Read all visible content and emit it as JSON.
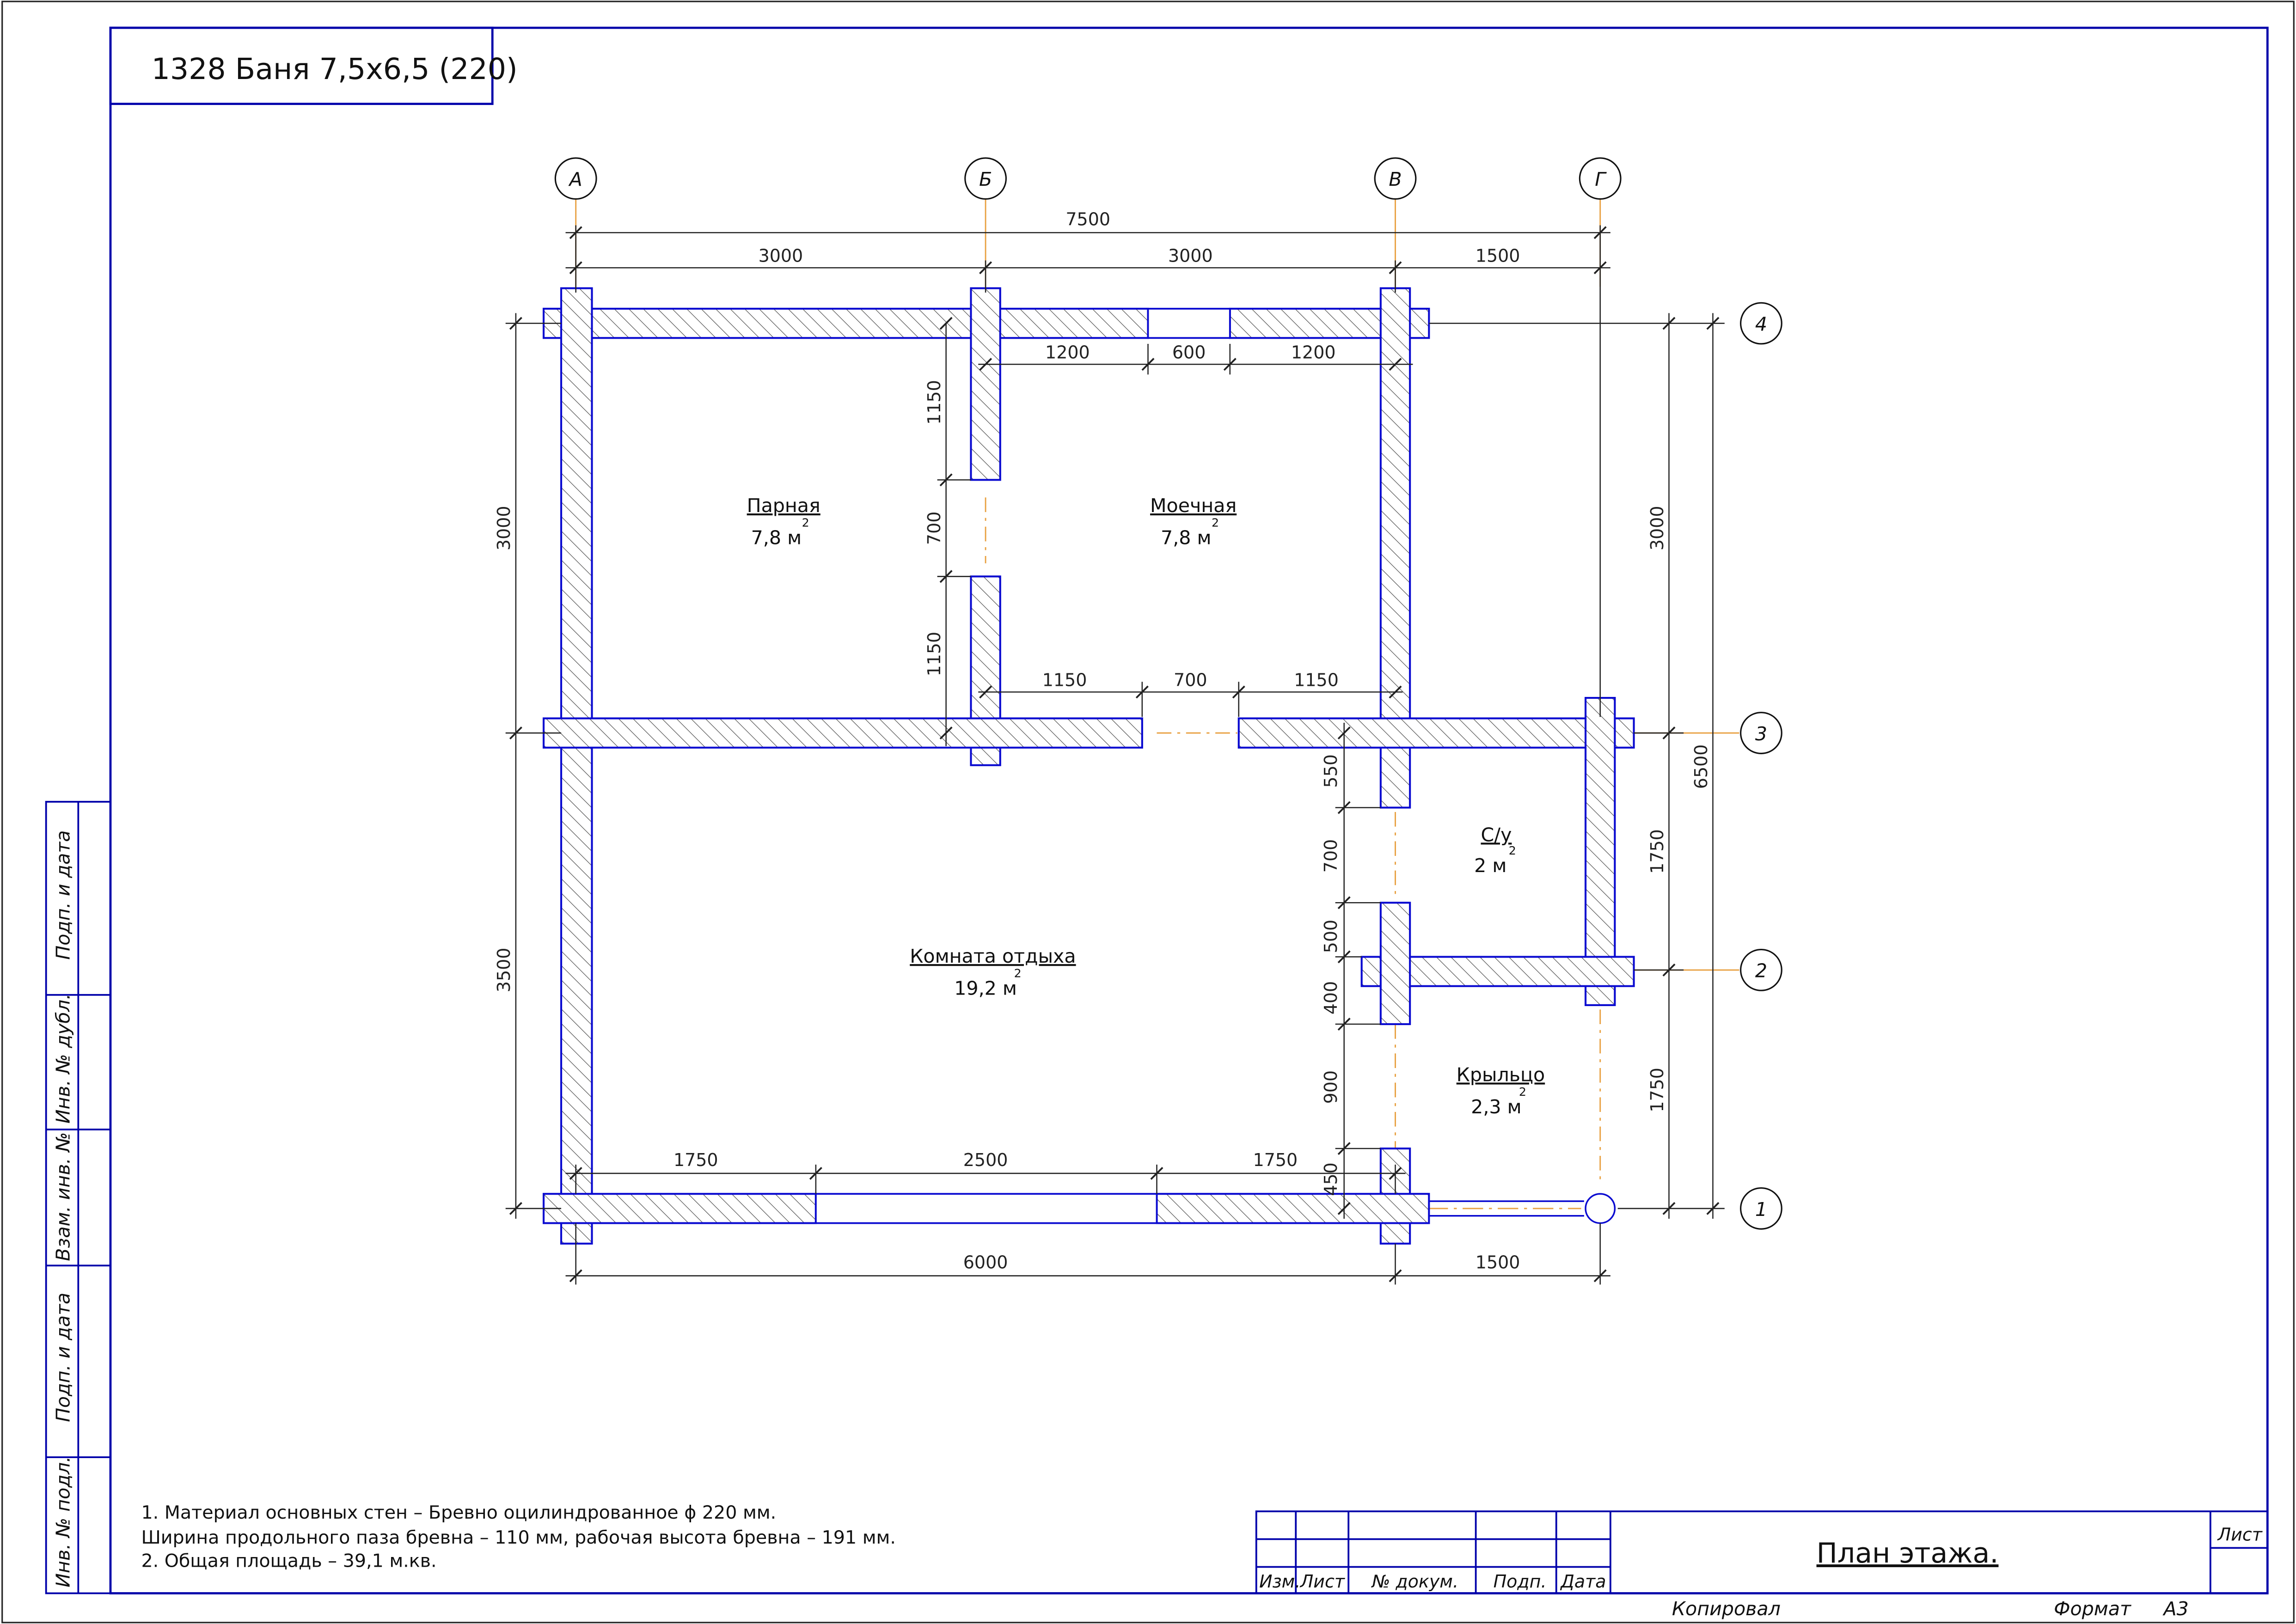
{
  "title": "1328 Баня 7,5х6,5 (220)",
  "axes": {
    "letters": [
      "А",
      "Б",
      "В",
      "Г"
    ],
    "numbers": [
      "4",
      "3",
      "2",
      "1"
    ]
  },
  "dimensions": {
    "top_total": "7500",
    "top_segments": [
      "3000",
      "3000",
      "1500"
    ],
    "moechnaya_door_row": [
      "1200",
      "600",
      "1200"
    ],
    "partition_door_row": [
      "1150",
      "700",
      "1150"
    ],
    "parnaya_left_vertical": [
      "1150",
      "700",
      "1150"
    ],
    "left_outer": [
      "3000",
      "3500"
    ],
    "right_inner": [
      "3000",
      "1750",
      "1750"
    ],
    "right_total": "6500",
    "su_column": [
      "550",
      "700",
      "500",
      "400",
      "900",
      "450"
    ],
    "bottom_window_row": [
      "1750",
      "2500",
      "1750"
    ],
    "bottom_total": [
      "6000",
      "1500"
    ]
  },
  "rooms": [
    {
      "name": "Парная",
      "area": "7,8 м",
      "sup": "2"
    },
    {
      "name": "Моечная",
      "area": "7,8 м",
      "sup": "2"
    },
    {
      "name": "Комната отдыха",
      "area": "19,2 м",
      "sup": "2"
    },
    {
      "name": "С/у",
      "area": "2 м",
      "sup": "2"
    },
    {
      "name": "Крыльцо",
      "area": "2,3 м",
      "sup": "2"
    }
  ],
  "notes": [
    "1. Материал основных стен – Бревно оцилиндрованное ϕ 220 мм.",
    "Ширина продольного паза бревна – 110 мм, рабочая высота бревна – 191 мм.",
    "2. Общая площадь – 39,1 м.кв."
  ],
  "side_stamp": [
    "Инв. № подл.",
    "Подп. и дата",
    "Взам. инв. №",
    "Инв. № дубл.",
    "Подп. и дата"
  ],
  "title_block": {
    "columns": [
      "Изм.",
      "Лист",
      "№ докум.",
      "Подп.",
      "Дата"
    ],
    "sheet_name": "План этажа.",
    "sheet_label": "Лист"
  },
  "footer": {
    "copied": "Копировал",
    "format_label": "Формат",
    "format_value": "А3"
  },
  "colors": {
    "frame": "#0000aa",
    "wall": "#0a0ad0",
    "hatch": "#555555",
    "axis": "#e8a040",
    "dim": "#222222"
  }
}
